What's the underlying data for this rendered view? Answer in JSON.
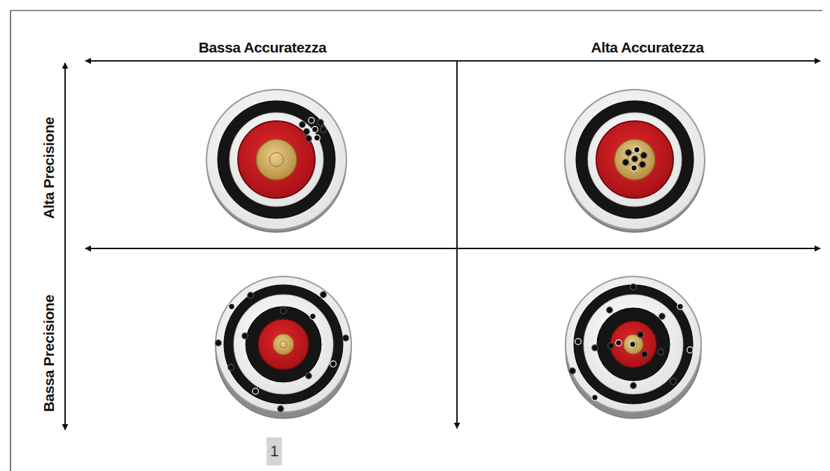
{
  "diagram": {
    "labels": [
      "Bassa Accuratezza",
      "Alta Accuratezza",
      "Alta Precisione",
      "Bassa Precisione",
      "1"
    ]
  }
}
